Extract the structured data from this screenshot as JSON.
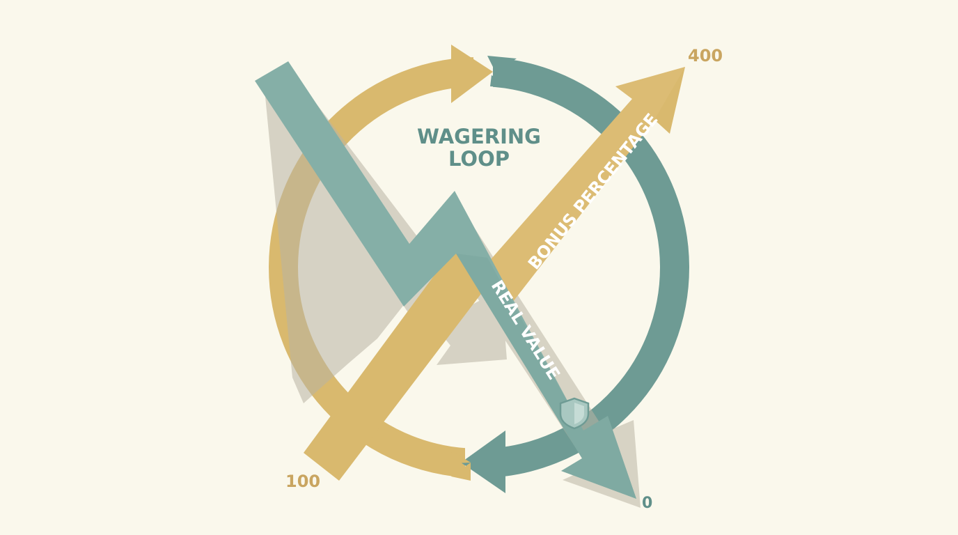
{
  "colors": {
    "background": "#FAF8EC",
    "gold": "#D9B96E",
    "teal_dark": "#6E9B94",
    "teal_light": "#85AFA7",
    "shadow": "#B9B4A4",
    "label_teal": "#5F8F89",
    "label_gold": "#C9A560",
    "arrow_text": "#FFFFFF"
  },
  "diagram": {
    "title_line1": "WAGERING",
    "title_line2": "LOOP",
    "bonus_arrow_label": "BONUS PERCENTAGE",
    "value_arrow_label": "REAL VALUE",
    "bonus_start_value": "100",
    "bonus_end_value": "400",
    "value_end_value": "0"
  },
  "icons": {
    "badge": "shield-icon"
  }
}
